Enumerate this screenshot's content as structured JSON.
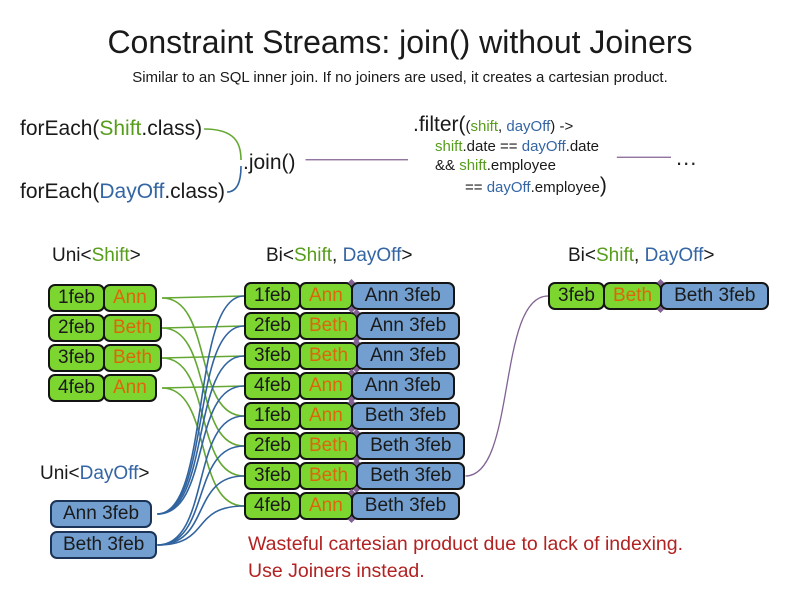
{
  "title": "Constraint Streams: join() without Joiners",
  "subtitle": "Similar to an SQL inner join. If no joiners are used, it creates a cartesian product.",
  "colors": {
    "green_text": "#579d1c",
    "blue_text": "#3465a4",
    "orange_text": "#dd660c",
    "green_fill": "#7cd62f",
    "blue_fill": "#729fcf",
    "green_line": "#64a833",
    "blue_line": "#31649f",
    "purple_line": "#826292",
    "red_text": "#b22222",
    "border": "#141414"
  },
  "code": {
    "foreach_shift": [
      [
        "forEach(",
        "k"
      ],
      [
        "Shift",
        "g"
      ],
      [
        ".class)",
        "k"
      ]
    ],
    "foreach_dayoff": [
      [
        "forEach(",
        "k"
      ],
      [
        "DayOff",
        "b"
      ],
      [
        ".class)",
        "k"
      ]
    ],
    "join_label": ".join()",
    "filter": {
      "big_open": ".filter(",
      "args": [
        [
          "(",
          "k"
        ],
        [
          "shift",
          "g"
        ],
        [
          ", ",
          "k"
        ],
        [
          "dayOff",
          "b"
        ],
        [
          ") ->",
          "k"
        ]
      ],
      "line2": [
        [
          "shift",
          "g"
        ],
        [
          ".date == ",
          "k"
        ],
        [
          "dayOff",
          "b"
        ],
        [
          ".date",
          "k"
        ]
      ],
      "line3": [
        [
          "&& ",
          "k"
        ],
        [
          "shift",
          "g"
        ],
        [
          ".employee",
          "k"
        ]
      ],
      "line4": [
        [
          "== ",
          "k"
        ],
        [
          "dayOff",
          "b"
        ],
        [
          ".employee",
          "k"
        ]
      ],
      "big_close": ")"
    },
    "ellipsis": "..."
  },
  "headers": {
    "uni_shift": [
      [
        "Uni<",
        "k"
      ],
      [
        "Shift",
        "g"
      ],
      [
        ">",
        "k"
      ]
    ],
    "bi": [
      [
        "Bi<",
        "k"
      ],
      [
        "Shift",
        "g"
      ],
      [
        ", ",
        "k"
      ],
      [
        "DayOff",
        "b"
      ],
      [
        ">",
        "k"
      ]
    ],
    "bi_right": [
      [
        "Bi<",
        "k"
      ],
      [
        "Shift",
        "g"
      ],
      [
        ", ",
        "k"
      ],
      [
        "DayOff",
        "b"
      ],
      [
        ">",
        "k"
      ]
    ],
    "uni_dayoff": [
      [
        "Uni<",
        "k"
      ],
      [
        "DayOff",
        "b"
      ],
      [
        ">",
        "k"
      ]
    ]
  },
  "uni_shift_rows": [
    {
      "date": "1feb",
      "name": "Ann"
    },
    {
      "date": "2feb",
      "name": "Beth"
    },
    {
      "date": "3feb",
      "name": "Beth"
    },
    {
      "date": "4feb",
      "name": "Ann"
    }
  ],
  "bi_rows": [
    {
      "date": "1feb",
      "name": "Ann",
      "pair": "Ann 3feb"
    },
    {
      "date": "2feb",
      "name": "Beth",
      "pair": "Ann 3feb"
    },
    {
      "date": "3feb",
      "name": "Beth",
      "pair": "Ann 3feb"
    },
    {
      "date": "4feb",
      "name": "Ann",
      "pair": "Ann 3feb"
    },
    {
      "date": "1feb",
      "name": "Ann",
      "pair": "Beth 3feb"
    },
    {
      "date": "2feb",
      "name": "Beth",
      "pair": "Beth 3feb"
    },
    {
      "date": "3feb",
      "name": "Beth",
      "pair": "Beth 3feb"
    },
    {
      "date": "4feb",
      "name": "Ann",
      "pair": "Beth 3feb"
    }
  ],
  "bi_right_rows": [
    {
      "date": "3feb",
      "name": "Beth",
      "pair": "Beth 3feb"
    }
  ],
  "uni_dayoff_rows": [
    {
      "label": "Ann 3feb"
    },
    {
      "label": "Beth 3feb"
    }
  ],
  "note": [
    "Wasteful cartesian product due to lack of indexing.",
    "Use Joiners instead."
  ],
  "connections": [
    {
      "from": "foreach-shift",
      "to": "join",
      "color": "green",
      "shape": "brace-down"
    },
    {
      "from": "foreach-dayoff",
      "to": "join",
      "color": "blue",
      "shape": "brace-up"
    },
    {
      "from": "join",
      "to": "filter",
      "color": "purple",
      "shape": "hline"
    },
    {
      "from": "filter",
      "to": "ellipsis",
      "color": "purple",
      "shape": "hline"
    },
    {
      "from": "shift-0",
      "to": "bi-0",
      "color": "green",
      "shape": "line"
    },
    {
      "from": "shift-1",
      "to": "bi-1",
      "color": "green",
      "shape": "line"
    },
    {
      "from": "shift-2",
      "to": "bi-2",
      "color": "green",
      "shape": "line"
    },
    {
      "from": "shift-3",
      "to": "bi-3",
      "color": "green",
      "shape": "line"
    },
    {
      "from": "shift-0",
      "to": "bi-4",
      "color": "green",
      "shape": "curve"
    },
    {
      "from": "shift-1",
      "to": "bi-5",
      "color": "green",
      "shape": "curve"
    },
    {
      "from": "shift-2",
      "to": "bi-6",
      "color": "green",
      "shape": "curve"
    },
    {
      "from": "shift-3",
      "to": "bi-7",
      "color": "green",
      "shape": "curve"
    },
    {
      "from": "dayoff-0",
      "to": "bi-0",
      "color": "blue",
      "shape": "curve"
    },
    {
      "from": "dayoff-0",
      "to": "bi-1",
      "color": "blue",
      "shape": "curve"
    },
    {
      "from": "dayoff-0",
      "to": "bi-2",
      "color": "blue",
      "shape": "curve"
    },
    {
      "from": "dayoff-0",
      "to": "bi-3",
      "color": "blue",
      "shape": "curve"
    },
    {
      "from": "dayoff-1",
      "to": "bi-4",
      "color": "blue",
      "shape": "curve"
    },
    {
      "from": "dayoff-1",
      "to": "bi-5",
      "color": "blue",
      "shape": "curve"
    },
    {
      "from": "dayoff-1",
      "to": "bi-6",
      "color": "blue",
      "shape": "curve"
    },
    {
      "from": "dayoff-1",
      "to": "bi-7",
      "color": "blue",
      "shape": "curve"
    },
    {
      "from": "bi-6",
      "to": "right-0",
      "color": "purple",
      "shape": "curve"
    }
  ]
}
